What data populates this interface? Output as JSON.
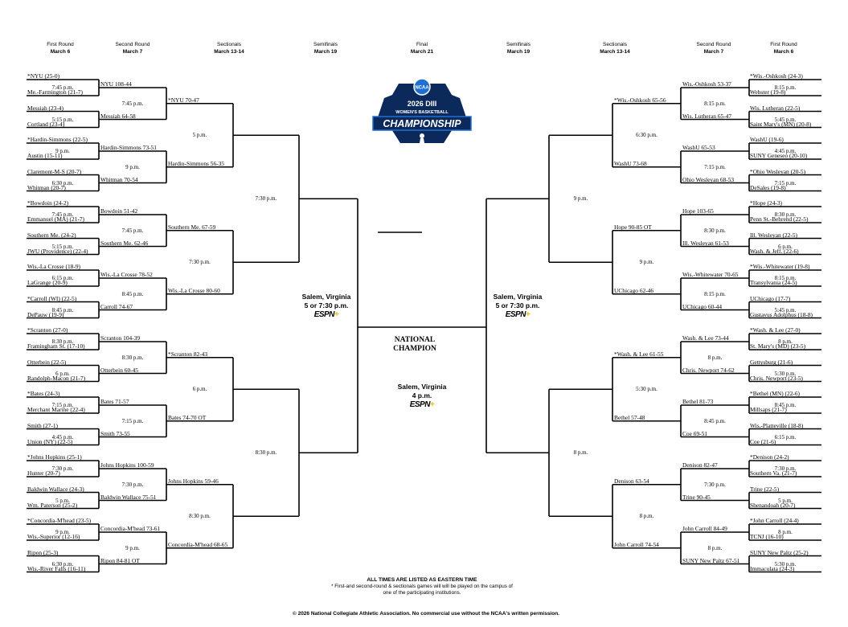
{
  "headers": [
    {
      "round": "First Round",
      "date": "March 6"
    },
    {
      "round": "Second Round",
      "date": "March 7"
    },
    {
      "round": "Sectionals",
      "date": "March 13-14"
    },
    {
      "round": "Semifinals",
      "date": "March 19"
    },
    {
      "round": "Final",
      "date": "March 21"
    },
    {
      "round": "Semifinals",
      "date": "March 19"
    },
    {
      "round": "Sectionals",
      "date": "March 13-14"
    },
    {
      "round": "Second Round",
      "date": "March 7"
    },
    {
      "round": "First Round",
      "date": "March 6"
    }
  ],
  "logo": {
    "year_division": "2026 DIII",
    "subtitle": "WOMEN'S BASKETBALL",
    "title": "CHAMPIONSHIP",
    "ncaa": "NCAA",
    "colors": {
      "navy": "#0b2a5b",
      "blue": "#1f6fd1",
      "white": "#ffffff"
    }
  },
  "left": {
    "r1": [
      {
        "top": "*NYU (25-0)",
        "time": "7:45 p.m.",
        "bottom": "Me.-Farmington (21-7)"
      },
      {
        "top": "Messiah (23-4)",
        "time": "5:15 p.m.",
        "bottom": "Cortland (23-4)"
      },
      {
        "top": "*Hardin-Simmons (22-5)",
        "time": "9 p.m.",
        "bottom": "Austin (15-11)"
      },
      {
        "top": "Claremont-M-S (20-7)",
        "time": "6:30 p.m.",
        "bottom": "Whitman (20-7)"
      },
      {
        "top": "*Bowdoin (24-2)",
        "time": "7:45 p.m.",
        "bottom": "Emmanuel (MA) (21-7)"
      },
      {
        "top": "Southern Me. (24-2)",
        "time": "5:15 p.m.",
        "bottom": "JWU (Providence) (22-4)"
      },
      {
        "top": "Wis.-La Crosse (18-9)",
        "time": "6:15 p.m.",
        "bottom": "LaGrange (20-9)"
      },
      {
        "top": "*Carroll (WI) (22-5)",
        "time": "8:45 p.m.",
        "bottom": "DePauw (19-9)"
      },
      {
        "top": "*Scranton (27-0)",
        "time": "8:30 p.m.",
        "bottom": "Framingham St. (17-10)"
      },
      {
        "top": "Otterbein (22-5)",
        "time": "6 p.m.",
        "bottom": "Randolph-Macon (21-7)"
      },
      {
        "top": "*Bates (24-3)",
        "time": "7:15 p.m.",
        "bottom": "Merchant Marine (22-4)"
      },
      {
        "top": "Smith (27-1)",
        "time": "4:45 p.m.",
        "bottom": "Union (NY) (22-5)"
      },
      {
        "top": "*Johns Hopkins (25-1)",
        "time": "7:30 p.m.",
        "bottom": "Hunter (20-7)"
      },
      {
        "top": "Baldwin Wallace (24-3)",
        "time": "5 p.m.",
        "bottom": "Wm. Paterson (25-2)"
      },
      {
        "top": "*Concordia-M'head (23-5)",
        "time": "9 p.m.",
        "bottom": "Wis.-Superior (12-16)"
      },
      {
        "top": "Ripon (25-3)",
        "time": "6:30 p.m.",
        "bottom": "Wis.-River Falls (16-11)"
      }
    ],
    "r2": [
      {
        "top": "NYU  108-44",
        "time": "7:45 p.m.",
        "bottom": "Messiah  64-58"
      },
      {
        "top": "Hardin-Simmons  73-51",
        "time": "9 p.m.",
        "bottom": "Whitman  70-54"
      },
      {
        "top": "Bowdoin  51-42",
        "time": "7:45 p.m.",
        "bottom": "Southern Me.  62-46"
      },
      {
        "top": "Wis.-La Crosse  78-52",
        "time": "8:45 p.m.",
        "bottom": "Carroll  74-67"
      },
      {
        "top": "Scranton  104-39",
        "time": "8:30 p.m.",
        "bottom": "Otterbein  60-45"
      },
      {
        "top": "Bates  71-57",
        "time": "7:15 p.m.",
        "bottom": "Smith  73-55"
      },
      {
        "top": "Johns Hopkins  100-59",
        "time": "7:30 p.m.",
        "bottom": "Baldwin Wallace  75-51"
      },
      {
        "top": "Concordia-M'head  73-61",
        "time": "9 p.m.",
        "bottom": "Ripon  84-81 OT"
      }
    ],
    "r3": [
      {
        "top": "*NYU  70-47",
        "time": "5 p.m.",
        "bottom": "Hardin-Simmons  56-35"
      },
      {
        "top": "Southern Me.  67-59",
        "time": "7:30 p.m.",
        "bottom": "Wis.-La Crosse  80-60"
      },
      {
        "top": "*Scranton  82-43",
        "time": "6 p.m.",
        "bottom": "Bates  74-70 OT"
      },
      {
        "top": "Johns Hopkins  59-46",
        "time": "8:30 p.m.",
        "bottom": "Concordia-M'head  68-65"
      }
    ],
    "r4": [
      {
        "top": "",
        "time": "7:30 p.m.",
        "bottom": ""
      },
      {
        "top": "",
        "time": "8:30 p.m.",
        "bottom": ""
      }
    ]
  },
  "right": {
    "r1": [
      {
        "top": "*Wis.-Oshkosh (24-3)",
        "time": "8:15 p.m.",
        "bottom": "Webster (19-8)"
      },
      {
        "top": "Wis. Lutheran (22-5)",
        "time": "5:45 p.m.",
        "bottom": "Saint Mary's (MN) (20-8)"
      },
      {
        "top": "WashU (19-6)",
        "time": "4:45 p.m.",
        "bottom": "SUNY Geneseo (20-10)"
      },
      {
        "top": "*Ohio Wesleyan (20-5)",
        "time": "7:15 p.m.",
        "bottom": "DeSales (19-8)"
      },
      {
        "top": "*Hope (24-3)",
        "time": "8:30 p.m.",
        "bottom": "Penn St.-Behrend (22-5)"
      },
      {
        "top": "Ill. Wesleyan (22-5)",
        "time": "6 p.m.",
        "bottom": "Wash. & Jeff. (22-6)"
      },
      {
        "top": "*Wis.-Whitewater (19-8)",
        "time": "8:15 p.m.",
        "bottom": "Transylvania (24-5)"
      },
      {
        "top": "UChicago (17-7)",
        "time": "5:45 p.m.",
        "bottom": "Gustavus Adolphus (18-8)"
      },
      {
        "top": "*Wash. & Lee (27-0)",
        "time": "8 p.m.",
        "bottom": "St. Mary's (MD) (23-5)"
      },
      {
        "top": "Gettysburg (21-6)",
        "time": "5:30 p.m.",
        "bottom": "Chris. Newport (23-5)"
      },
      {
        "top": "*Bethel (MN) (22-6)",
        "time": "8:45 p.m.",
        "bottom": "Millsaps (21-7)"
      },
      {
        "top": "Wis.-Platteville (18-8)",
        "time": "6:15 p.m.",
        "bottom": "Coe (21-6)"
      },
      {
        "top": "*Denison (24-2)",
        "time": "7:30 p.m.",
        "bottom": "Southern Va. (21-7)"
      },
      {
        "top": "Trine (22-5)",
        "time": "5 p.m.",
        "bottom": "Shenandoah (20-7)"
      },
      {
        "top": "*John Carroll (24-4)",
        "time": "8 p.m.",
        "bottom": "TCNJ (16-10)"
      },
      {
        "top": "SUNY New Paltz (25-2)",
        "time": "5:30 p.m.",
        "bottom": "Immaculata (24-3)"
      }
    ],
    "r2": [
      {
        "top": "Wis.-Oshkosh  53-37",
        "time": "8:15 p.m.",
        "bottom": "Wis. Lutheran  65-47"
      },
      {
        "top": "WashU  65-53",
        "time": "7:15 p.m.",
        "bottom": "Ohio Wesleyan  68-53"
      },
      {
        "top": "Hope  103-65",
        "time": "8:30 p.m.",
        "bottom": "Ill. Wesleyan  61-53"
      },
      {
        "top": "Wis.-Whitewater  70-65",
        "time": "8:15 p.m.",
        "bottom": "UChicago  60-44"
      },
      {
        "top": "Wash. & Lee  73-44",
        "time": "8 p.m.",
        "bottom": "Chris. Newport  74-62"
      },
      {
        "top": "Bethel  81-73",
        "time": "8:45 p.m.",
        "bottom": "Coe  69-51"
      },
      {
        "top": "Denison  82-47",
        "time": "7:30 p.m.",
        "bottom": "Trine  90-45"
      },
      {
        "top": "John Carroll  84-49",
        "time": "8 p.m.",
        "bottom": "SUNY New Paltz  67-51"
      }
    ],
    "r3": [
      {
        "top": "*Wis.-Oshkosh  65-56",
        "time": "6:30 p.m.",
        "bottom": "WashU  73-68"
      },
      {
        "top": "Hope  90-85 OT",
        "time": "9 p.m.",
        "bottom": "UChicago  62-46"
      },
      {
        "top": "*Wash. & Lee  61-55",
        "time": "5:30 p.m.",
        "bottom": "Bethel  57-48"
      },
      {
        "top": "Denison  63-54",
        "time": "8 p.m.",
        "bottom": "John Carroll  74-54"
      }
    ],
    "r4": [
      {
        "top": "",
        "time": "9 p.m.",
        "bottom": ""
      },
      {
        "top": "",
        "time": "8 p.m.",
        "bottom": ""
      }
    ]
  },
  "semifinal_left": {
    "venue": "Salem, Virginia",
    "time": "5 or 7:30 p.m."
  },
  "semifinal_right": {
    "venue": "Salem, Virginia",
    "time": "5 or 7:30 p.m."
  },
  "final": {
    "label_line1": "NATIONAL",
    "label_line2": "CHAMPION",
    "venue": "Salem, Virginia",
    "time": "4 p.m."
  },
  "broadcaster": {
    "name": "ESPN",
    "plus": "+"
  },
  "footer": {
    "heading": "ALL TIMES ARE LISTED AS EASTERN TIME",
    "note": "* First-and second-round & sectionals games will will be played on the campus of one of the participating institutions.",
    "copyright": "© 2026 National Collegiate Athletic Association.  No  commercial use without the NCAA's written permission."
  }
}
